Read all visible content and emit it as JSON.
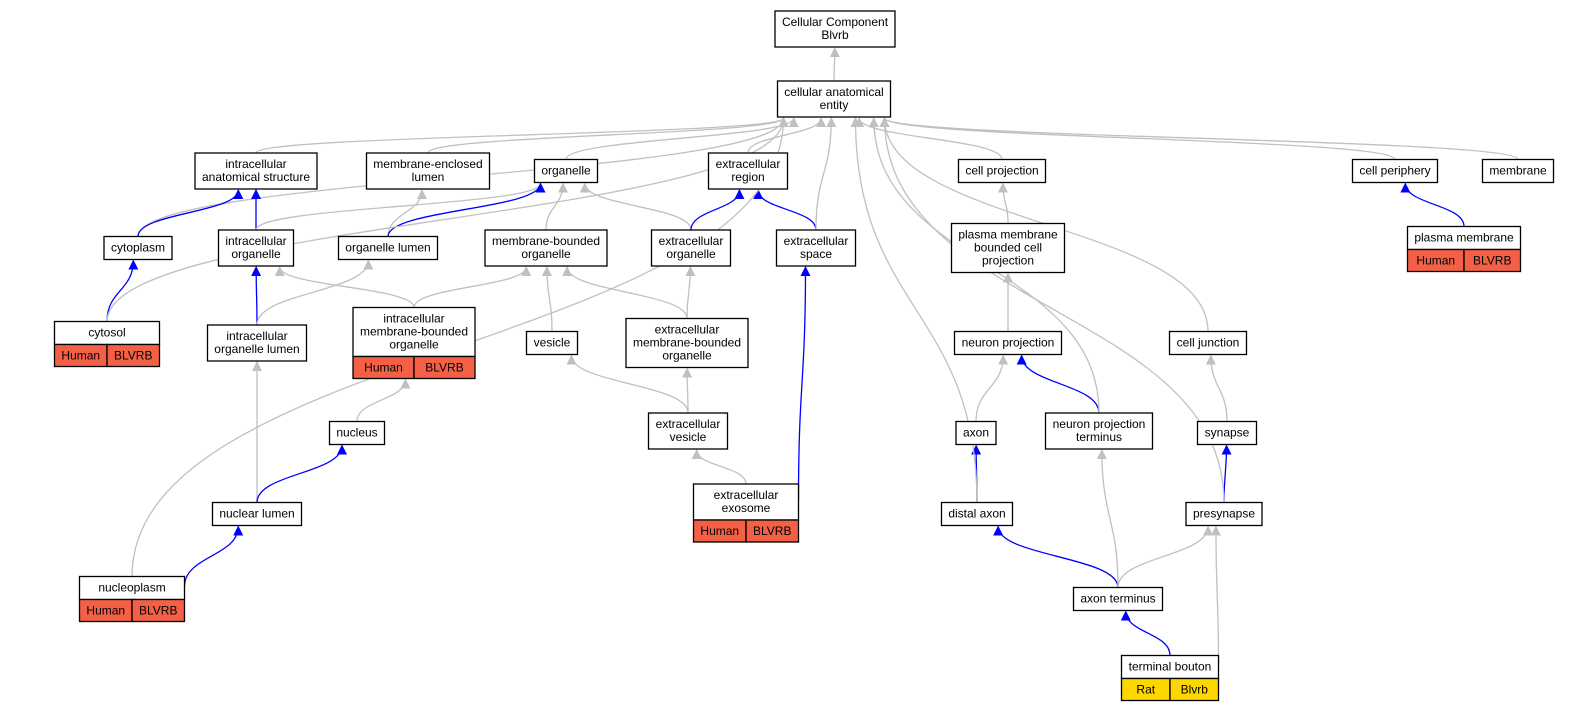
{
  "colors": {
    "is_a_edge": "#c0c0c0",
    "part_of_edge": "#0000ff",
    "human_annotation": "#f46046",
    "rat_annotation": "#ffd700",
    "node_border": "#000000",
    "background": "#ffffff"
  },
  "nodes": [
    {
      "id": "root",
      "lines": [
        "Cellular Component",
        "Blvrb"
      ]
    },
    {
      "id": "cae",
      "lines": [
        "cellular anatomical",
        "entity"
      ]
    },
    {
      "id": "ias",
      "lines": [
        "intracellular",
        "anatomical structure"
      ]
    },
    {
      "id": "mel",
      "lines": [
        "membrane-enclosed",
        "lumen"
      ]
    },
    {
      "id": "organelle",
      "lines": [
        "organelle"
      ]
    },
    {
      "id": "exreg",
      "lines": [
        "extracellular",
        "region"
      ]
    },
    {
      "id": "cellproj",
      "lines": [
        "cell projection"
      ]
    },
    {
      "id": "cellper",
      "lines": [
        "cell periphery"
      ]
    },
    {
      "id": "membrane",
      "lines": [
        "membrane"
      ]
    },
    {
      "id": "cytoplasm",
      "lines": [
        "cytoplasm"
      ]
    },
    {
      "id": "intorg",
      "lines": [
        "intracellular",
        "organelle"
      ]
    },
    {
      "id": "orglumen",
      "lines": [
        "organelle lumen"
      ]
    },
    {
      "id": "mbo",
      "lines": [
        "membrane-bounded",
        "organelle"
      ]
    },
    {
      "id": "exorg",
      "lines": [
        "extracellular",
        "organelle"
      ]
    },
    {
      "id": "exspace",
      "lines": [
        "extracellular",
        "space"
      ]
    },
    {
      "id": "pmbcp",
      "lines": [
        "plasma membrane",
        "bounded cell",
        "projection"
      ]
    },
    {
      "id": "pm",
      "lines": [
        "plasma membrane"
      ],
      "tags": [
        "Human",
        "BLVRB"
      ],
      "tagColor": "human"
    },
    {
      "id": "cytosol",
      "lines": [
        "cytosol"
      ],
      "tags": [
        "Human",
        "BLVRB"
      ],
      "tagColor": "human"
    },
    {
      "id": "intorglumen",
      "lines": [
        "intracellular",
        "organelle lumen"
      ]
    },
    {
      "id": "imbo",
      "lines": [
        "intracellular",
        "membrane-bounded",
        "organelle"
      ],
      "tags": [
        "Human",
        "BLVRB"
      ],
      "tagColor": "human"
    },
    {
      "id": "vesicle",
      "lines": [
        "vesicle"
      ]
    },
    {
      "id": "exmbo",
      "lines": [
        "extracellular",
        "membrane-bounded",
        "organelle"
      ]
    },
    {
      "id": "neuronproj",
      "lines": [
        "neuron projection"
      ]
    },
    {
      "id": "celljunction",
      "lines": [
        "cell junction"
      ]
    },
    {
      "id": "nucleus",
      "lines": [
        "nucleus"
      ]
    },
    {
      "id": "exves",
      "lines": [
        "extracellular",
        "vesicle"
      ]
    },
    {
      "id": "axon",
      "lines": [
        "axon"
      ]
    },
    {
      "id": "npt",
      "lines": [
        "neuron projection",
        "terminus"
      ]
    },
    {
      "id": "synapse",
      "lines": [
        "synapse"
      ]
    },
    {
      "id": "nuclumen",
      "lines": [
        "nuclear lumen"
      ]
    },
    {
      "id": "exosome",
      "lines": [
        "extracellular",
        "exosome"
      ],
      "tags": [
        "Human",
        "BLVRB"
      ],
      "tagColor": "human"
    },
    {
      "id": "distalaxon",
      "lines": [
        "distal axon"
      ]
    },
    {
      "id": "presynapse",
      "lines": [
        "presynapse"
      ]
    },
    {
      "id": "nucleoplasm",
      "lines": [
        "nucleoplasm"
      ],
      "tags": [
        "Human",
        "BLVRB"
      ],
      "tagColor": "human"
    },
    {
      "id": "axonterm",
      "lines": [
        "axon terminus"
      ]
    },
    {
      "id": "bouton",
      "lines": [
        "terminal bouton"
      ],
      "tags": [
        "Rat",
        "Blvrb"
      ],
      "tagColor": "rat"
    }
  ],
  "edges": [
    {
      "from": "cae",
      "to": "root",
      "type": "is_a"
    },
    {
      "from": "ias",
      "to": "cae",
      "type": "is_a"
    },
    {
      "from": "mel",
      "to": "cae",
      "type": "is_a"
    },
    {
      "from": "organelle",
      "to": "cae",
      "type": "is_a"
    },
    {
      "from": "exreg",
      "to": "cae",
      "type": "is_a"
    },
    {
      "from": "cellproj",
      "to": "cae",
      "type": "is_a"
    },
    {
      "from": "cellper",
      "to": "cae",
      "type": "is_a"
    },
    {
      "from": "membrane",
      "to": "cae",
      "type": "is_a"
    },
    {
      "from": "cytoplasm",
      "to": "cae",
      "type": "is_a"
    },
    {
      "from": "cytoplasm",
      "to": "ias",
      "type": "part_of"
    },
    {
      "from": "intorg",
      "to": "ias",
      "type": "part_of"
    },
    {
      "from": "intorg",
      "to": "organelle",
      "type": "is_a"
    },
    {
      "from": "orglumen",
      "to": "mel",
      "type": "is_a"
    },
    {
      "from": "orglumen",
      "to": "organelle",
      "type": "part_of"
    },
    {
      "from": "mbo",
      "to": "organelle",
      "type": "is_a"
    },
    {
      "from": "exorg",
      "to": "organelle",
      "type": "is_a"
    },
    {
      "from": "exorg",
      "to": "exreg",
      "type": "part_of"
    },
    {
      "from": "exspace",
      "to": "exreg",
      "type": "part_of"
    },
    {
      "from": "exspace",
      "to": "cae",
      "type": "is_a"
    },
    {
      "from": "pmbcp",
      "to": "cellproj",
      "type": "is_a"
    },
    {
      "from": "pm",
      "to": "cellper",
      "type": "part_of"
    },
    {
      "from": "pm",
      "to": "membrane",
      "type": "is_a"
    },
    {
      "from": "cytosol",
      "to": "cytoplasm",
      "type": "part_of"
    },
    {
      "from": "cytosol",
      "to": "cae",
      "type": "is_a"
    },
    {
      "from": "intorglumen",
      "to": "intorg",
      "type": "part_of"
    },
    {
      "from": "intorglumen",
      "to": "orglumen",
      "type": "is_a"
    },
    {
      "from": "imbo",
      "to": "intorg",
      "type": "is_a"
    },
    {
      "from": "imbo",
      "to": "mbo",
      "type": "is_a"
    },
    {
      "from": "vesicle",
      "to": "mbo",
      "type": "is_a"
    },
    {
      "from": "exmbo",
      "to": "mbo",
      "type": "is_a"
    },
    {
      "from": "exmbo",
      "to": "exorg",
      "type": "is_a"
    },
    {
      "from": "neuronproj",
      "to": "pmbcp",
      "type": "is_a"
    },
    {
      "from": "celljunction",
      "to": "cae",
      "type": "is_a"
    },
    {
      "from": "nucleus",
      "to": "imbo",
      "type": "is_a"
    },
    {
      "from": "exves",
      "to": "vesicle",
      "type": "is_a"
    },
    {
      "from": "exves",
      "to": "exmbo",
      "type": "is_a"
    },
    {
      "from": "axon",
      "to": "neuronproj",
      "type": "is_a"
    },
    {
      "from": "npt",
      "to": "neuronproj",
      "type": "part_of"
    },
    {
      "from": "npt",
      "to": "cae",
      "type": "is_a"
    },
    {
      "from": "synapse",
      "to": "celljunction",
      "type": "is_a"
    },
    {
      "from": "nuclumen",
      "to": "intorglumen",
      "type": "is_a"
    },
    {
      "from": "nuclumen",
      "to": "nucleus",
      "type": "part_of"
    },
    {
      "from": "exosome",
      "to": "exves",
      "type": "is_a"
    },
    {
      "from": "exosome",
      "to": "exspace",
      "type": "part_of"
    },
    {
      "from": "distalaxon",
      "to": "axon",
      "type": "part_of"
    },
    {
      "from": "distalaxon",
      "to": "cae",
      "type": "is_a"
    },
    {
      "from": "presynapse",
      "to": "synapse",
      "type": "part_of"
    },
    {
      "from": "presynapse",
      "to": "cae",
      "type": "is_a"
    },
    {
      "from": "nucleoplasm",
      "to": "nuclumen",
      "type": "part_of"
    },
    {
      "from": "nucleoplasm",
      "to": "cae",
      "type": "is_a"
    },
    {
      "from": "axonterm",
      "to": "distalaxon",
      "type": "part_of"
    },
    {
      "from": "axonterm",
      "to": "npt",
      "type": "is_a"
    },
    {
      "from": "axonterm",
      "to": "presynapse",
      "type": "is_a"
    },
    {
      "from": "bouton",
      "to": "axonterm",
      "type": "part_of"
    },
    {
      "from": "bouton",
      "to": "presynapse",
      "type": "is_a"
    }
  ]
}
